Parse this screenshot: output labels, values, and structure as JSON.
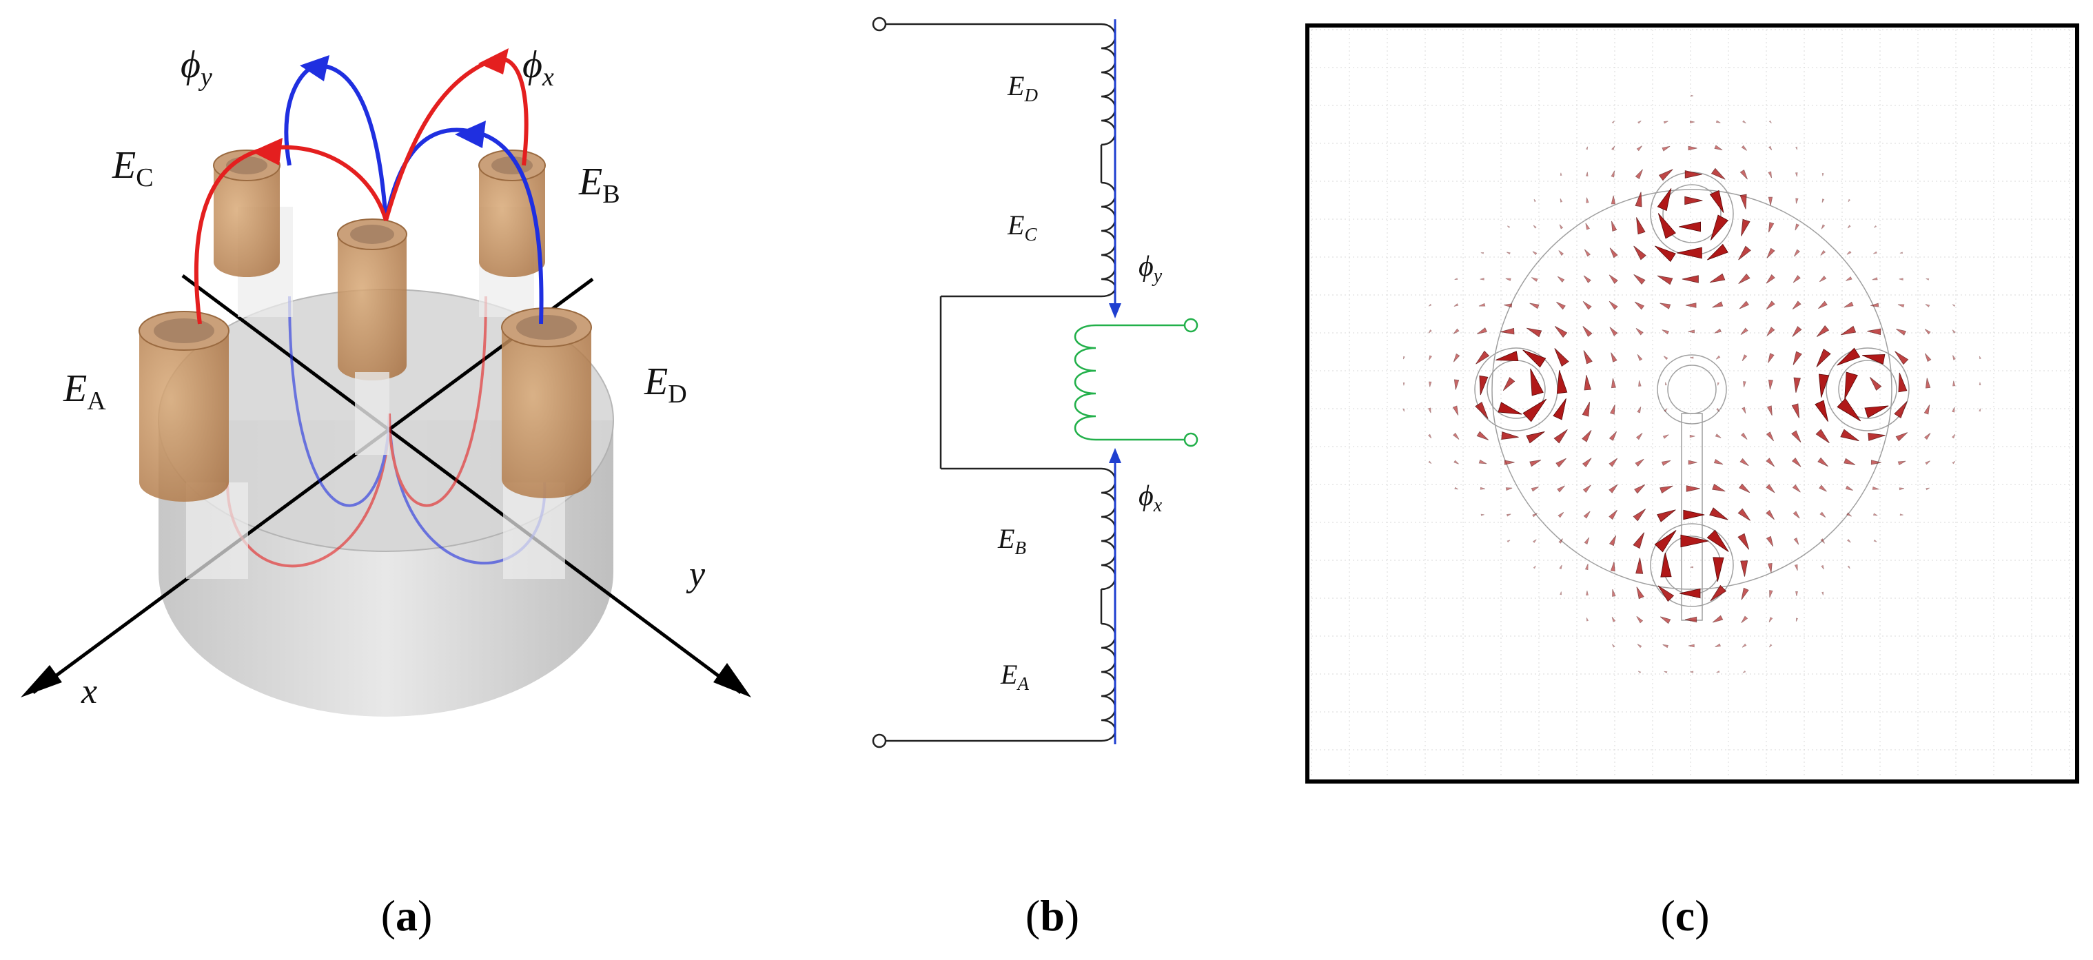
{
  "panel_a": {
    "caption_open": "(",
    "caption_letter": "a",
    "caption_close": ")",
    "flux_y": {
      "sym": "ϕ",
      "sub": "y"
    },
    "flux_x": {
      "sym": "ϕ",
      "sub": "x"
    },
    "coil_c": {
      "base": "E",
      "sub": "C"
    },
    "coil_b": {
      "base": "E",
      "sub": "B"
    },
    "coil_a": {
      "base": "E",
      "sub": "A"
    },
    "coil_d": {
      "base": "E",
      "sub": "D"
    },
    "axis_x": "x",
    "axis_y": "y",
    "colors": {
      "flux_x": "#e41f1f",
      "flux_y": "#1f2fe0",
      "coil": "#c8905a",
      "core": "#c9c9c9"
    }
  },
  "panel_b": {
    "caption_open": "(",
    "caption_letter": "b",
    "caption_close": ")",
    "coil_d": {
      "base": "E",
      "sub": "D"
    },
    "coil_c": {
      "base": "E",
      "sub": "C"
    },
    "coil_b": {
      "base": "E",
      "sub": "B"
    },
    "coil_a": {
      "base": "E",
      "sub": "A"
    },
    "flux_y": {
      "sym": "ϕ",
      "sub": "y"
    },
    "flux_x": {
      "sym": "ϕ",
      "sub": "x"
    },
    "colors": {
      "wire": "#222222",
      "arrow": "#1f3fd0",
      "secondary": "#22b04a"
    }
  },
  "panel_c": {
    "caption_open": "(",
    "caption_letter": "c",
    "caption_close": ")",
    "colors": {
      "arrow": "#b01818",
      "arrow_dark": "#5a0707"
    }
  }
}
